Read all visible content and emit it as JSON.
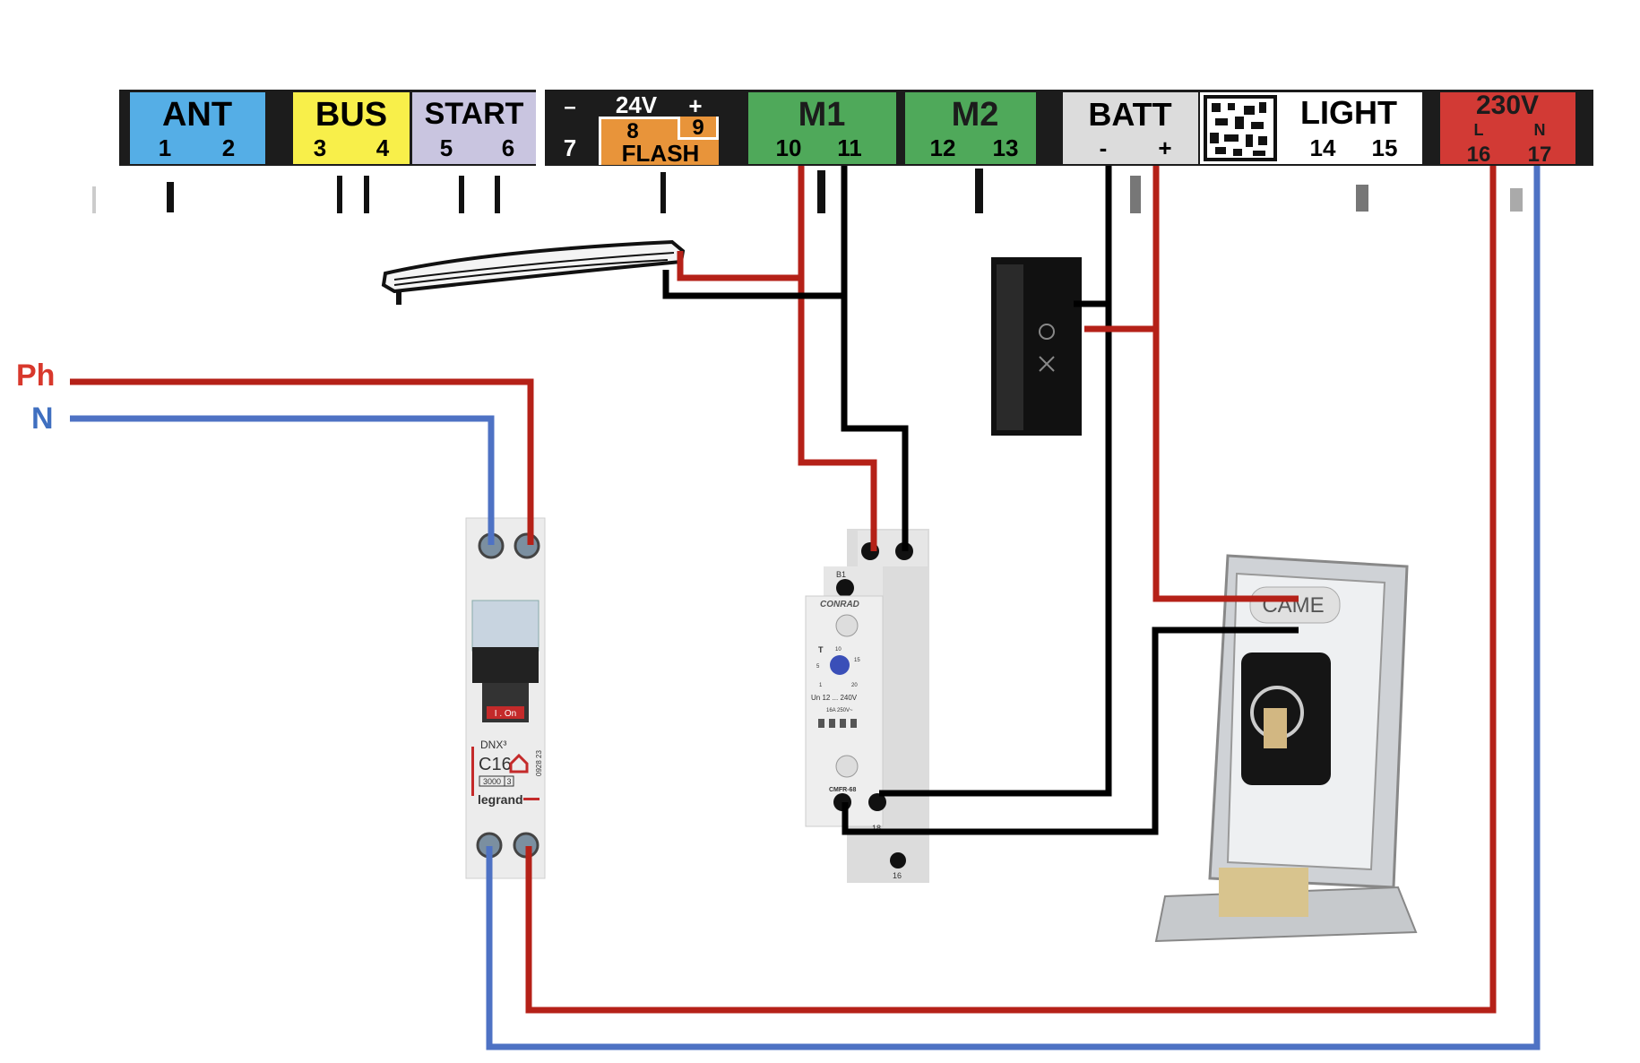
{
  "terminal_strip": {
    "ant": {
      "label": "ANT",
      "pins": [
        "1",
        "2"
      ],
      "color": "#55aee6"
    },
    "bus": {
      "label": "BUS",
      "pins": [
        "3",
        "4"
      ],
      "color": "#f8ef4a"
    },
    "start": {
      "label": "START",
      "pins": [
        "5",
        "6"
      ],
      "color": "#c9c5e0"
    },
    "power24": {
      "minus": "–",
      "label": "24V",
      "plus": "+",
      "pin7": "7",
      "pin8": "8",
      "pin9": "9",
      "flash": "FLASH",
      "flash_color": "#e8943a"
    },
    "m1": {
      "label": "M1",
      "pins": [
        "10",
        "11"
      ],
      "color": "#4fa95a"
    },
    "m2": {
      "label": "M2",
      "pins": [
        "12",
        "13"
      ],
      "color": "#4fa95a"
    },
    "batt": {
      "label": "BATT",
      "pins": [
        "-",
        "+"
      ],
      "color": "#dcdcdc"
    },
    "light": {
      "label": "LIGHT",
      "pins": [
        "14",
        "15"
      ]
    },
    "mains": {
      "label": "230V",
      "l": "L",
      "n": "N",
      "pins": [
        "16",
        "17"
      ],
      "color": "#d23a35"
    }
  },
  "supply": {
    "phase_label": "Ph",
    "neutral_label": "N",
    "phase_color": "#b52118",
    "neutral_color": "#4e72c4"
  },
  "breaker": {
    "model": "DNX³",
    "rating": "C16",
    "breaking": "3000",
    "class": "3",
    "brand": "legrand",
    "switch_text": "I . On",
    "ref": "0928 23"
  },
  "relay": {
    "brand": "CONRAD",
    "model": "CMFR-68",
    "voltage": "Un 12 ... 240V",
    "contact": "16A 250V~",
    "terminals": [
      "B1",
      "18",
      "16"
    ],
    "dial_label": "T",
    "dial_values": [
      "1",
      "5",
      "10",
      "15",
      "20"
    ]
  },
  "lock": {
    "brand": "CAME"
  },
  "wire_colors": {
    "live": "#b52118",
    "neutral": "#4e72c4",
    "dc": "#000000"
  }
}
